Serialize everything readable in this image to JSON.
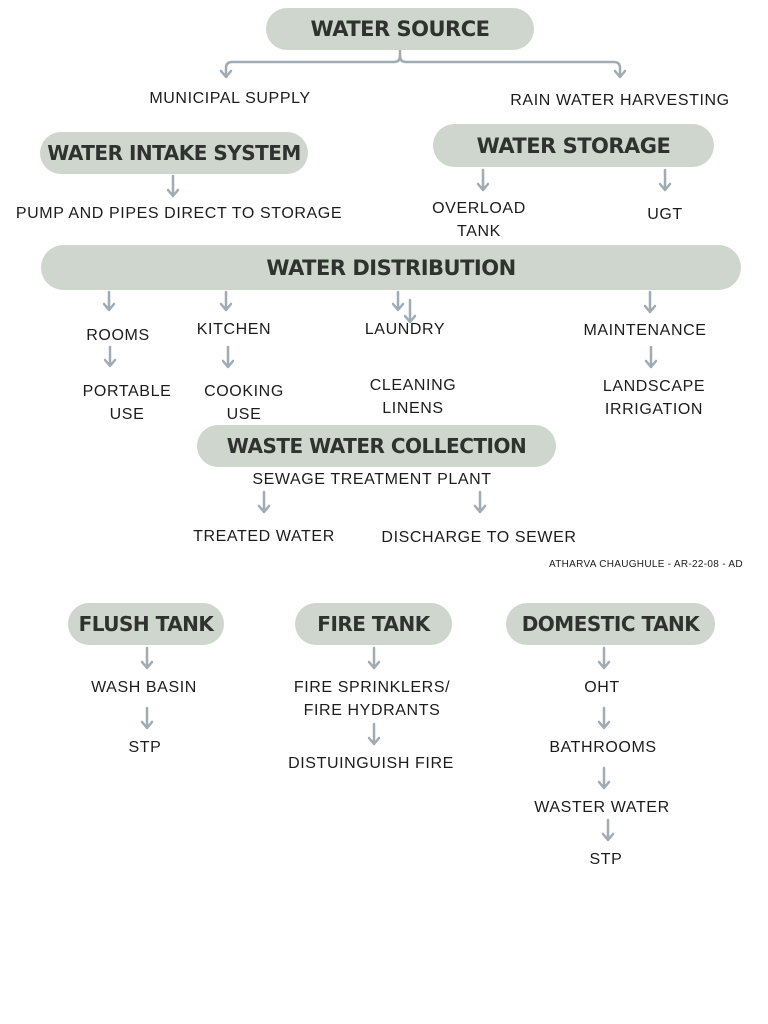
{
  "colors": {
    "pill": "#cfd6cd",
    "pill_text": "#2f322f",
    "arrow": "#a0abb3",
    "text": "#1c1c1c"
  },
  "diagram": {
    "water_source": "WATER SOURCE",
    "municipal_supply": "MUNICIPAL SUPPLY",
    "rain_water_harvesting": "RAIN WATER HARVESTING",
    "water_intake_system": "WATER INTAKE SYSTEM",
    "pump_pipes": "PUMP AND PIPES DIRECT TO STORAGE",
    "water_storage": "WATER STORAGE",
    "overload_tank": "OVERLOAD TANK",
    "ugt": "UGT",
    "water_distribution": "WATER DISTRIBUTION",
    "rooms": "ROOMS",
    "portable_use": "PORTABLE USE",
    "kitchen": "KITCHEN",
    "cooking_use": "COOKING USE",
    "laundry": "LAUNDRY",
    "cleaning_linens": "CLEANING LINENS",
    "maintenance": "MAINTENANCE",
    "landscape_irrigation": "LANDSCAPE IRRIGATION",
    "waste_water_collection": "WASTE WATER COLLECTION",
    "sewage_treatment_plant": "SEWAGE TREATMENT PLANT",
    "treated_water": "TREATED WATER",
    "discharge_to_sewer": "DISCHARGE TO SEWER",
    "credit": "ATHARVA CHAUGHULE - AR-22-08 - AD"
  },
  "tanks": {
    "flush_tank": "FLUSH TANK",
    "wash_basin": "WASH BASIN",
    "flush_stp": "STP",
    "fire_tank": "FIRE TANK",
    "fire_sprinklers": "FIRE SPRINKLERS/ FIRE HYDRANTS",
    "distinguish_fire": "DISTUINGUISH FIRE",
    "domestic_tank": "DOMESTIC TANK",
    "oht": "OHT",
    "bathrooms": "BATHROOMS",
    "waster_water": "WASTER WATER",
    "domestic_stp": "STP"
  }
}
